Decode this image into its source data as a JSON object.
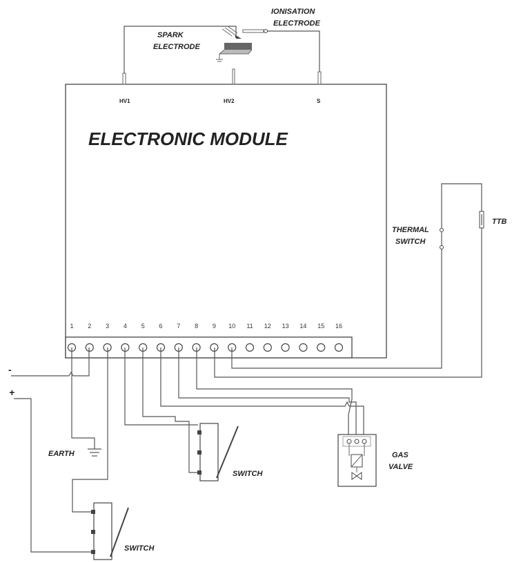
{
  "labels": {
    "spark_line1": "SPARK",
    "spark_line2": "ELECTRODE",
    "ionisation_line1": "IONISATION",
    "ionisation_line2": "ELECTRODE",
    "hv1": "HV1",
    "hv2": "HV2",
    "s": "S",
    "module_title": "ELECTRONIC MODULE",
    "thermal_line1": "THERMAL",
    "thermal_line2": "SWITCH",
    "ttb": "TTB",
    "minus": "-",
    "plus": "+",
    "earth": "EARTH",
    "switch_upper": "SWITCH",
    "switch_lower": "SWITCH",
    "gas_line1": "GAS",
    "gas_line2": "VALVE"
  },
  "terminals": [
    "1",
    "2",
    "3",
    "4",
    "5",
    "6",
    "7",
    "8",
    "9",
    "10",
    "11",
    "12",
    "13",
    "14",
    "15",
    "16"
  ]
}
